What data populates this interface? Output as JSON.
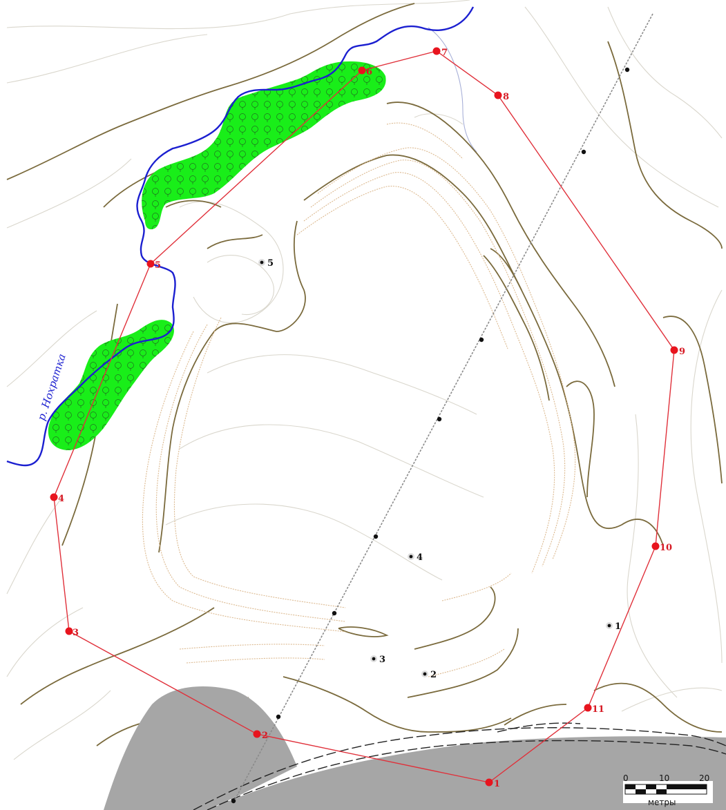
{
  "map": {
    "river_name": "р. Нохратка",
    "boundary_points": [
      {
        "label": "1"
      },
      {
        "label": "2"
      },
      {
        "label": "3"
      },
      {
        "label": "4"
      },
      {
        "label": "5"
      },
      {
        "label": "6"
      },
      {
        "label": "7"
      },
      {
        "label": "8"
      },
      {
        "label": "9"
      },
      {
        "label": "10"
      },
      {
        "label": "11"
      }
    ],
    "pits": [
      {
        "label": "1"
      },
      {
        "label": "2"
      },
      {
        "label": "3"
      },
      {
        "label": "4"
      },
      {
        "label": "5"
      }
    ],
    "scale": {
      "ticks": [
        "0",
        "10",
        "20"
      ],
      "unit": "метры"
    },
    "colors": {
      "boundary": "#e0303a",
      "river": "#1b1fd0",
      "forest": "#19ee19",
      "road_area": "#a6a6a6"
    }
  }
}
